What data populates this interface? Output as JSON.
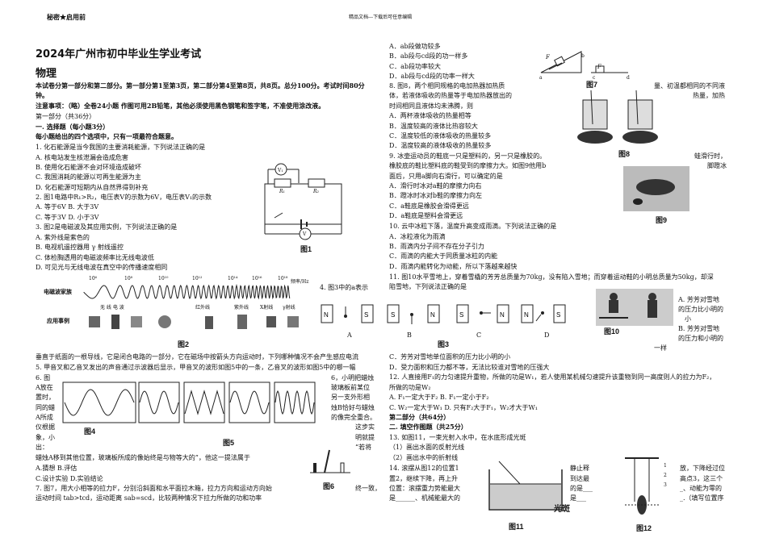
{
  "header": {
    "secret": "秘密★启用前",
    "watermark": "精品文档---下载后可任意编辑"
  },
  "title": "2024年广州市初中毕业生学业考试",
  "subject": "物理",
  "intro": [
    "本试卷分第一部分和第二部分。第一部分第1至第3页，第二部分第4至第8页，共8页。总分100分。考试时间80分",
    "钟。",
    "注意事项：（略）全卷24小题 作图可用2B铅笔，其他必须使用黑色钢笔和签字笔，不准使用涂改液。",
    "第一部分（共36分）"
  ],
  "section1": {
    "heading": "一.    选择题（每小题3分）",
    "sub": "每小题给出的四个选项中，只有一项最符合题意。"
  },
  "left_lines": [
    "1.      化石能源是当今我国的主要消耗能源，下列说法正确的是",
    "A.       核电站发生核泄漏会造成危害",
    "B.       使用化石能源不会对环境造成破坏",
    "C.       我国消耗的能源以可再生能源为主",
    "D.       化石能源可短期内从自然界得到补充",
    "2. 图1电路中R₁>R₂，电压表V的示数为6V，电压表V₁的示数",
    "A.       等于6V          B.  大于3V",
    "C.       等于3V          D.  小于3V",
    "3.  图2是电磁波及其应用实例，下列说法正确的是",
    "A.       紫外线是紫色的",
    "B.       电视机遥控器用 γ 射线遥控",
    "C.       体检胸透用的电磁波频率比无线电波低",
    "D.       可见光与无线电波在真空中的传播速度相同"
  ],
  "q4_tail": "4. 图3中的a表示",
  "q4_cont": "垂直于纸面的一根导线，它是闭合电路的一部分，它在磁场中按箭头方向运动时，下列哪种情况不会产生感应电流",
  "q5": "5.  甲音叉和乙音叉发出的声音通过示波器后显示，甲音叉的波形如图5中的一条，乙音叉的波形如图5中的哪一幅",
  "q6_lines": [
    "6.    图",
    "A放在",
    "置时，",
    "同的蜡",
    "A所成",
    "仪根据",
    "象，小",
    "出："
  ],
  "q6_right": [
    "6，小明把蜡烛",
    "玻璃板前某位",
    "另一支外形相",
    "烛B恰好与蜡烛",
    "的像完全重合。",
    "这步实",
    "明就提",
    "“若将"
  ],
  "q6_tail": "蜡烛A移到其他位置，玻璃板所成的像始终是与物等大的”，他这一提法属于",
  "q6_opts": [
    "A.猜想                    B.评估",
    "C.设计实验              D.实验结论"
  ],
  "q7": [
    "7.    图7，用大小相等的拉力F，分别沿斜面和水平面拉木箱，拉力方向和运动方向始",
    "终一致，",
    "运动时间 tab>tcd，运动距离 sab=scd，比较两种情况下拉力所做的功和功率"
  ],
  "right_lines": [
    "A．ab段做功较多",
    "B．ab段与cd段的功一样多",
    "C．ab段功率较大",
    "D．ab段与cd段的功率一样大",
    "8.   图8，两个相同规格的电加热器加热质",
    "体，若液体吸收的热量等于电加热器放出的",
    "时间相同且液体均未沸腾，则",
    "A．两杯液体吸收的热量相等",
    "B．温度较高的液体比热容较大",
    "C．温度较低的液体吸收的热量较多",
    "D．温度较高的液体吸收的热量较多",
    "9.   冰壶运动员的鞋底一只是塑料的，另一只是橡胶的。",
    "橡胶底的鞋比塑料底的鞋受到的摩擦力大。如图9他用b",
    "面后，只用a脚向右滑行，可以确定的是",
    "A．滑行时冰对a鞋的摩擦力向右",
    "B．蹬冰时冰对b鞋的摩擦力向左",
    "C．a鞋底是橡胶会滑得更远",
    "D．a鞋底是塑料会滑更远",
    "10.  云中冰粒下落，温度升高变成雨滴。下列说法正确的是",
    "A．冰粒液化为雨滴",
    "B．雨滴内分子间不存在分子引力",
    "C．雨滴的内能大于同质量冰粒的内能",
    "D．雨滴内能转化为动能，所以下落越来越快",
    "11.  图10水平雪地上，穿着雪橇的芳芳总质量为70kg，没有陷入雪地；而穿着运动鞋的小明总质量为50kg，却深",
    "陷雪地，下列说法正确的是"
  ],
  "q8_right": [
    "量、初温都相同的不同液",
    "热量，加热"
  ],
  "q9_right": [
    "蛙滑行时，",
    "脚蹬冰"
  ],
  "q11_opts": [
    "A.  芳芳对雪地",
    "的压力比小明的",
    "小",
    "B.  芳芳对雪地",
    "的压力和小明的",
    "一样"
  ],
  "right_lower": [
    "C．芳芳对雪地单位面积的压力比小明的小",
    "D．受力面积和压力都不等，无法比较谁对雪地的压强大",
    "12.  人直接用F₁的力匀速提升重物，所做的功是W₁，若人使用某机械匀速提升该重物到同一高度则人的拉力为F₂，",
    "所做的功是W₂",
    "A.  F₁一定大于F₂        B.  F₁一定小于F₂",
    "C.  W₂一定大于W₁       D.  只有F₂大于F₁，W₂才大于W₁"
  ],
  "part2": "第二部分（共64分）",
  "section2": "二.    填空作图题（共25分）",
  "q13": [
    "13.  如图11，一束光射入水中，在水底形成光斑",
    "（1）画出水面的反射光线",
    "（2）画出水中的折射线"
  ],
  "q14": [
    "14.  滚摆从图12的位置1",
    "静止释",
    "放，下降经过位",
    "置2，继续下降，再上升",
    "到达最",
    "高点3，这三个",
    "位置：滚摆重力势能最大",
    "的是___",
    "_、动能为零的",
    "是______、机械能最大的",
    "是___",
    "_.（填写位置序"
  ],
  "figures": {
    "fig1": "图1",
    "fig2": "图2",
    "fig3": "图3",
    "fig4": "图4",
    "fig5": "图5",
    "fig6": "图6",
    "fig7": "图7",
    "fig8": "图8",
    "fig9": "图9",
    "fig10": "图10",
    "fig11": "图11",
    "fig12": "图12",
    "em_label": "电磁波家族",
    "app_label": "应用事例",
    "freq_unit": "频率/Hz",
    "exp": [
      "10⁶",
      "10⁸",
      "10¹⁰",
      "10¹²",
      "10¹⁴",
      "10¹⁶",
      "10¹⁸"
    ],
    "em_names": [
      "无  线  电  波",
      "红外线",
      "紫外线",
      "X射线",
      "γ射线"
    ],
    "fig3_labels": [
      "A",
      "B",
      "C",
      "D"
    ],
    "light_spot": "光斑",
    "r1": "R₁",
    "r2": "R₂",
    "v": "V",
    "v1": "V₁",
    "pos": [
      "1",
      "2",
      "3"
    ],
    "fig7_labels": [
      "F",
      "a",
      "b",
      "F",
      "c",
      "d"
    ]
  }
}
